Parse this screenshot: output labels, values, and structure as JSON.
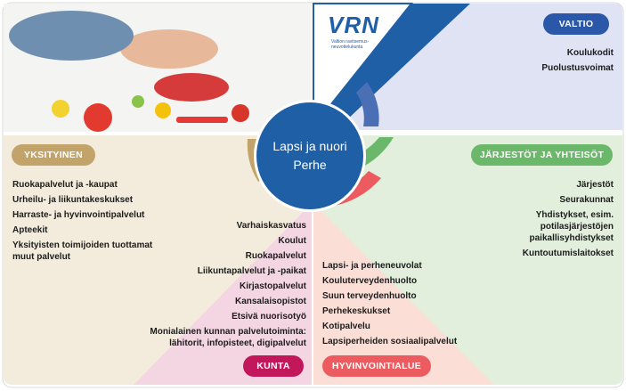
{
  "center": {
    "line1": "Lapsi ja nuori",
    "line2": "Perhe"
  },
  "logo": {
    "text": "VRN",
    "subtitle": "Valtion ravitsemus-\nneuvottelukunta"
  },
  "sections": {
    "valtio": {
      "label": "VALTIO",
      "color": "#2a57a8",
      "items": [
        "Koulukodit",
        "Puolustusvoimat"
      ]
    },
    "yksityinen": {
      "label": "YKSITYINEN",
      "color": "#c2a46b",
      "items": [
        "Ruokapalvelut ja -kaupat",
        "Urheilu- ja liikuntakeskukset",
        "Harraste- ja hyvinvointipalvelut",
        "Apteekit",
        "Yksityisten toimijoiden tuottamat\nmuut palvelut"
      ]
    },
    "jarjestot": {
      "label": "JÄRJESTÖT JA YHTEISÖT",
      "color": "#6cb86a",
      "items": [
        "Järjestöt",
        "Seurakunnat",
        "Yhdistykset, esim.\npotilasjärjestöjen\npaikallisyhdistykset",
        "Kuntoutumislaitokset"
      ]
    },
    "kunta": {
      "label": "KUNTA",
      "color": "#c2185b",
      "items": [
        "Varhaiskasvatus",
        "Koulut",
        "Ruokapalvelut",
        "Liikuntapalvelut ja -paikat",
        "Kirjastopalvelut",
        "Kansalaisopistot",
        "Etsivä nuorisotyö",
        "Monialainen kunnan palvelutoiminta:\nlähitorit, infopisteet, digipalvelut"
      ]
    },
    "hyvinvointialue": {
      "label": "HYVINVOINTIALUE",
      "color": "#ec5b5f",
      "items": [
        "Lapsi- ja perheneuvolat",
        "Kouluterveydenhuolto",
        "Suun terveydenhuolto",
        "Perhekeskukset",
        "Kotipalvelu",
        "Lapsiperheiden sosiaalipalvelut"
      ]
    }
  }
}
